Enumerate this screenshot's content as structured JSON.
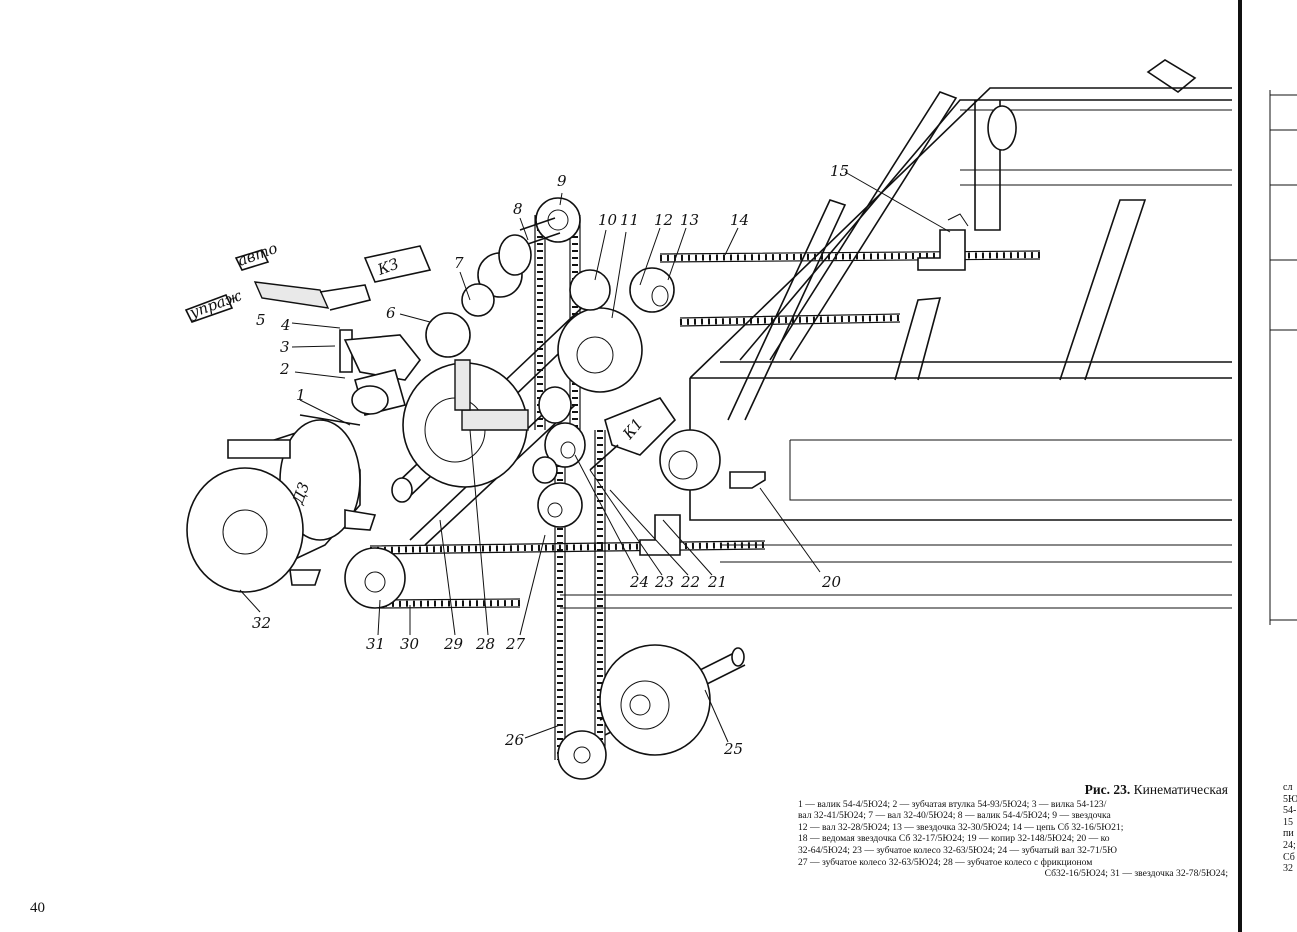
{
  "figure": {
    "callouts": [
      "1",
      "2",
      "3",
      "4",
      "5",
      "6",
      "7",
      "8",
      "9",
      "10",
      "11",
      "12",
      "13",
      "14",
      "15",
      "20",
      "21",
      "22",
      "23",
      "24",
      "25",
      "26",
      "27",
      "28",
      "29",
      "30",
      "31",
      "32"
    ],
    "box_labels": {
      "k3": "КЗ",
      "k1": "К1",
      "motor": "Д3"
    },
    "tags": {
      "left_tag": "упраж",
      "top_tag": "авто"
    }
  },
  "caption": {
    "title_bold": "Рис. 23.",
    "title_rest": "Кинематическая",
    "lines": [
      "1 — валик 54-4/5Ю24; 2 — зубчатая втулка 54-93/5Ю24; 3 — вилка 54-123/",
      "вал 32-41/5Ю24; 7 — вал 32-40/5Ю24; 8 — валик 54-4/5Ю24; 9 — звездочка",
      "12 — вал 32-28/5Ю24; 13 — звездочка 32-30/5Ю24; 14 — цепь Сб 32-16/5Ю21;",
      "18 — ведомая звездочка Сб 32-17/5Ю24; 19 — копир 32-148/5Ю24; 20 — ко",
      "32-64/5Ю24; 23 — зубчатое колесо 32-63/5Ю24; 24 — зубчатый вал 32-71/5Ю",
      "27 — зубчатое колесо 32-63/5Ю24; 28 — зубчатое колесо с фрикционом",
      "Сб32-16/5Ю24; 31 — звездочка 32-78/5Ю24;"
    ]
  },
  "page_number": "40",
  "right_fragment": [
    "сл",
    "5Ю",
    "54-",
    "15",
    "пи",
    "24;",
    "Сб",
    "32"
  ]
}
